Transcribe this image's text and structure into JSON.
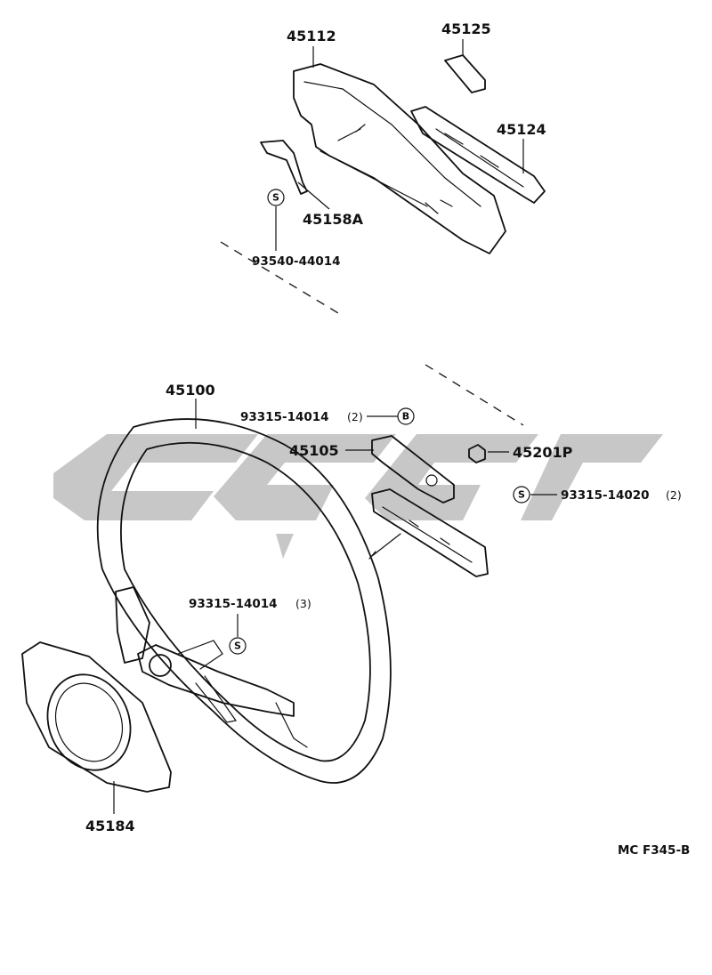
{
  "diagram_code": "MC F345-B",
  "callouts": {
    "c45112": "45112",
    "c45125": "45125",
    "c45124": "45124",
    "c45158a": "45158A",
    "c93540": "93540-44014",
    "c45100": "45100",
    "c93315_14014_2": "93315-14014",
    "c93315_14014_2_qty": "(2)",
    "c45105": "45105",
    "c45201p": "45201P",
    "c93315_14020": "93315-14020",
    "c93315_14020_qty": "(2)",
    "c93315_14014_3": "93315-14014",
    "c93315_14014_3_qty": "(3)",
    "c45184": "45184"
  },
  "symbols": {
    "s_letter": "S",
    "b_letter": "B"
  }
}
